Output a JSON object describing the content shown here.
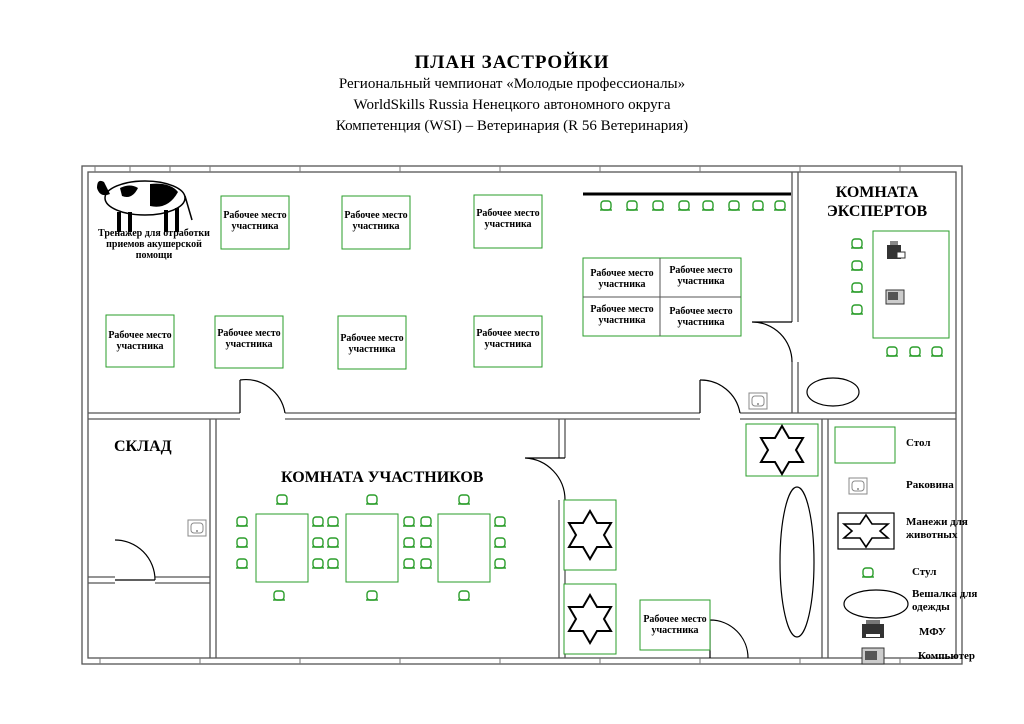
{
  "header": {
    "title": "ПЛАН  ЗАСТРОЙКИ",
    "line1": "Региональный чемпионат «Молодые профессионалы»",
    "line2": "WorldSkills Russia Ненецкого автономного округа",
    "line3": "Компетенция (WSI) – Ветеринария (R 56 Ветеринария)"
  },
  "rooms": {
    "experts": "КОМНАТА ЭКСПЕРТОВ",
    "storage": "СКЛАД",
    "participants": "КОМНАТА УЧАСТНИКОВ"
  },
  "workstation_label": "Рабочее место участника",
  "simulator_label": "Тренажер для отработки приемов акушерской помощи",
  "legend": {
    "table": "Стол",
    "sink": "Раковина",
    "pens": "Манежи для животных",
    "chair": "Стул",
    "hanger": "Вешалка для одежды",
    "mfp": "МФУ",
    "computer": "Компьютер"
  }
}
